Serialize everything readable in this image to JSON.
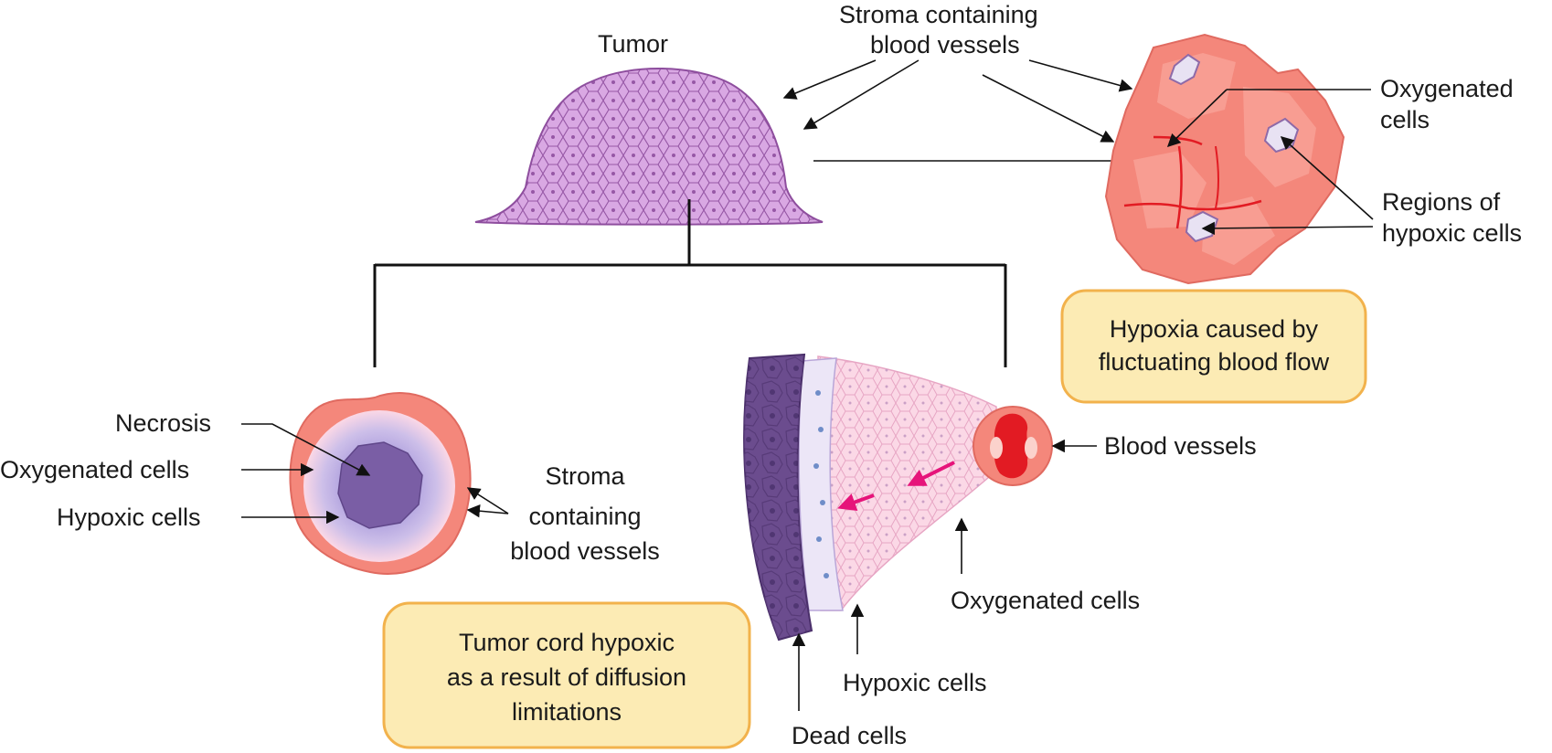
{
  "labels": {
    "tumor": "Tumor",
    "stroma_top_1": "Stroma containing",
    "stroma_top_2": "blood vessels",
    "oxygenated_top_1": "Oxygenated",
    "oxygenated_top_2": "cells",
    "regions_1": "Regions of",
    "regions_2": "hypoxic cells",
    "necrosis": "Necrosis",
    "oxygenated_left": "Oxygenated cells",
    "hypoxic_left": "Hypoxic cells",
    "stroma_left_1": "Stroma",
    "stroma_left_2": "containing",
    "stroma_left_3": "blood vessels",
    "blood_vessels": "Blood vessels",
    "oxygenated_cord": "Oxygenated cells",
    "hypoxic_cord": "Hypoxic cells",
    "dead_cells": "Dead cells"
  },
  "boxes": {
    "fluctuating_1": "Hypoxia caused by",
    "fluctuating_2": "fluctuating blood flow",
    "diffusion_1": "Tumor cord hypoxic",
    "diffusion_2": "as a result of diffusion",
    "diffusion_3": "limitations"
  },
  "colors": {
    "tumor_cells": "#d9a8e3",
    "cell_outline": "#8e4e9e",
    "stroma_pink": "#f4877b",
    "oxygenated_pink": "#fbd8e6",
    "hypoxic_lavender": "#c9bde8",
    "necrosis_purple": "#7a5ea5",
    "dead_cells": "#6b4c8e",
    "vessel_red": "#e21b23",
    "diffusion_arrow": "#e6147a",
    "box_fill": "#fcebb4",
    "box_border": "#f2b24c"
  }
}
